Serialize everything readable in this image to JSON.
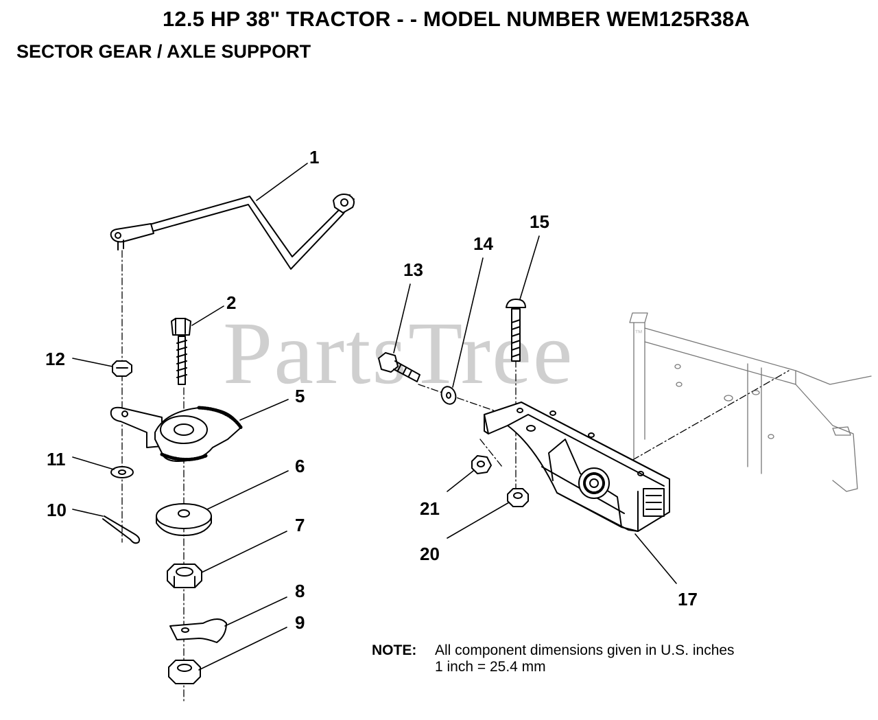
{
  "header": {
    "title": "12.5 HP 38\" TRACTOR - - MODEL NUMBER WEM125R38A",
    "subtitle": "SECTOR GEAR / AXLE SUPPORT"
  },
  "watermark": {
    "text": "PartsTree",
    "mark": "™"
  },
  "callouts": [
    "1",
    "2",
    "5",
    "6",
    "7",
    "8",
    "9",
    "10",
    "11",
    "12",
    "13",
    "14",
    "15",
    "17",
    "20",
    "21"
  ],
  "note": {
    "label": "NOTE:",
    "line1": "All component dimensions given in U.S. inches",
    "line2": "1 inch = 25.4 mm"
  }
}
